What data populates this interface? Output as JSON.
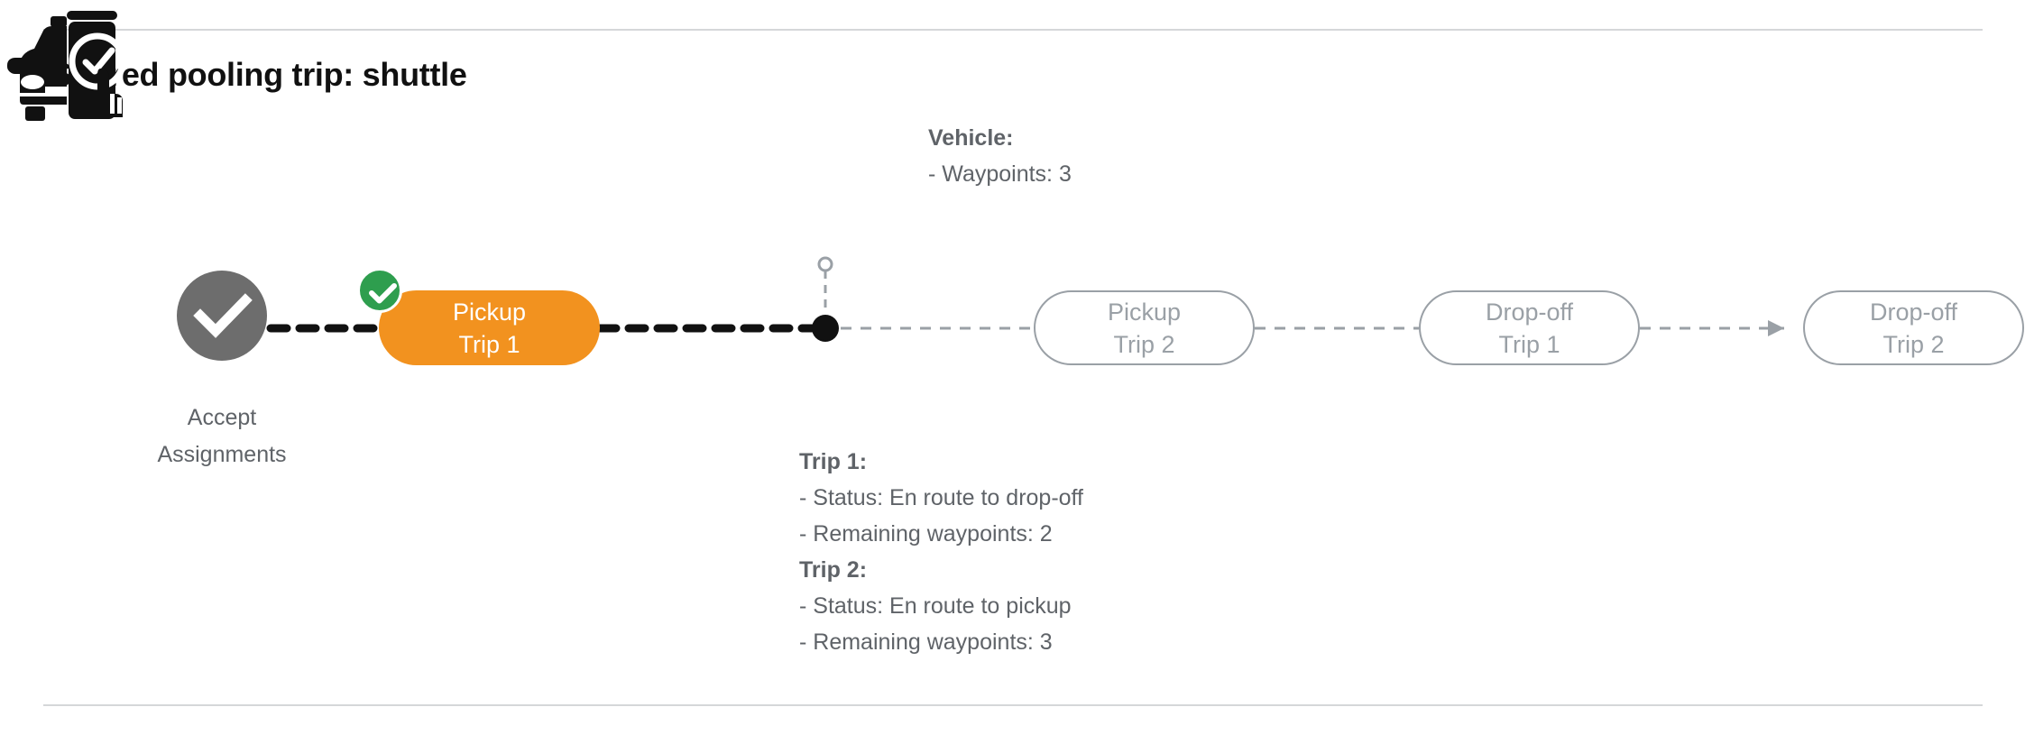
{
  "page": {
    "title": "Shared pooling trip: shuttle"
  },
  "flow": {
    "accept_node": {
      "icon": "check-circle-filled-icon",
      "label_line1": "Accept",
      "label_line2": "Assignments",
      "color": "#6d6d6d"
    },
    "active_node": {
      "line1": "Pickup",
      "line2": "Trip 1",
      "badge_icon": "check-circle-green-icon",
      "color": "#f2921f",
      "badge_color": "#2e9e4e"
    },
    "pending_nodes": [
      {
        "line1": "Pickup",
        "line2": "Trip 2"
      },
      {
        "line1": "Drop-off",
        "line2": "Trip 1"
      },
      {
        "line1": "Drop-off",
        "line2": "Trip 2"
      }
    ],
    "pending_color": "#9aa0a6",
    "vehicle_marker_icon": "vehicle-position-dot",
    "connector_done_color": "#111111",
    "connector_pending_color": "#9aa0a6"
  },
  "vehicle": {
    "icon": "car-phone-check-icon",
    "heading": "Vehicle",
    "colon": ":",
    "waypoints_line": "- Waypoints: 3"
  },
  "trips": [
    {
      "heading": "Trip 1",
      "colon": ":",
      "status_line": "- Status:  En route to drop-off",
      "waypoints_line": "- Remaining waypoints: 2"
    },
    {
      "heading": "Trip 2",
      "colon": ":",
      "status_line": "- Status:  En route to pickup",
      "waypoints_line": "- Remaining waypoints: 3"
    }
  ]
}
